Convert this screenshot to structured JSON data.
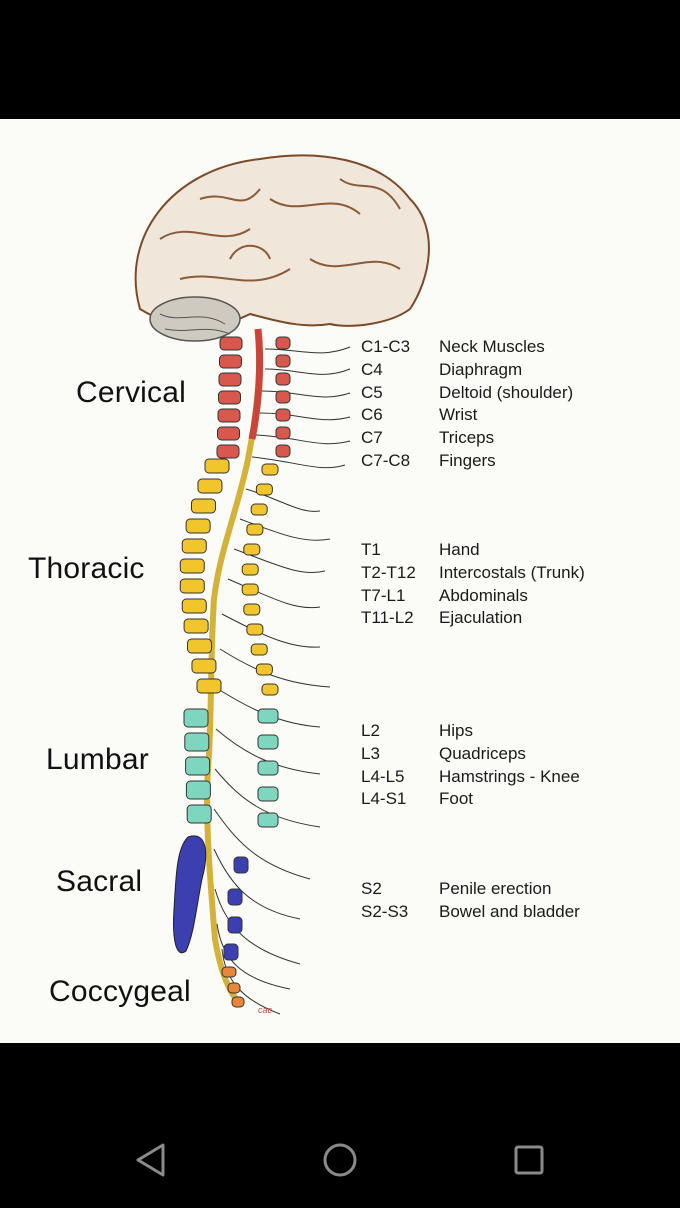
{
  "regions": {
    "cervical": "Cervical",
    "thoracic": "Thoracic",
    "lumbar": "Lumbar",
    "sacral": "Sacral",
    "coccygeal": "Coccygeal"
  },
  "innervation": {
    "cervical": [
      {
        "code": "C1-C3",
        "function": "Neck Muscles"
      },
      {
        "code": "C4",
        "function": "Diaphragm"
      },
      {
        "code": "C5",
        "function": "Deltoid (shoulder)"
      },
      {
        "code": "C6",
        "function": "Wrist"
      },
      {
        "code": "C7",
        "function": "Triceps"
      },
      {
        "code": "C7-C8",
        "function": "Fingers"
      }
    ],
    "thoracic": [
      {
        "code": "T1",
        "function": "Hand"
      },
      {
        "code": "T2-T12",
        "function": "Intercostals (Trunk)"
      },
      {
        "code": "T7-L1",
        "function": "Abdominals"
      },
      {
        "code": "T11-L2",
        "function": "Ejaculation"
      }
    ],
    "lumbar": [
      {
        "code": "L2",
        "function": "Hips"
      },
      {
        "code": "L3",
        "function": "Quadriceps"
      },
      {
        "code": "L4-L5",
        "function": "Hamstrings - Knee"
      },
      {
        "code": "L4-S1",
        "function": "Foot"
      }
    ],
    "sacral": [
      {
        "code": "S2",
        "function": "Penile erection"
      },
      {
        "code": "S2-S3",
        "function": "Bowel and bladder"
      }
    ]
  },
  "signature": "cac",
  "colors": {
    "cervical": "#d9584d",
    "thoracic": "#f1c62c",
    "lumbar": "#7fd6bf",
    "sacral": "#3b3fb0",
    "coccygeal": "#e8873a",
    "cord": "#c9443a"
  },
  "navigation": {
    "back_icon": "triangle-back-icon",
    "home_icon": "circle-home-icon",
    "recents_icon": "square-recents-icon"
  }
}
